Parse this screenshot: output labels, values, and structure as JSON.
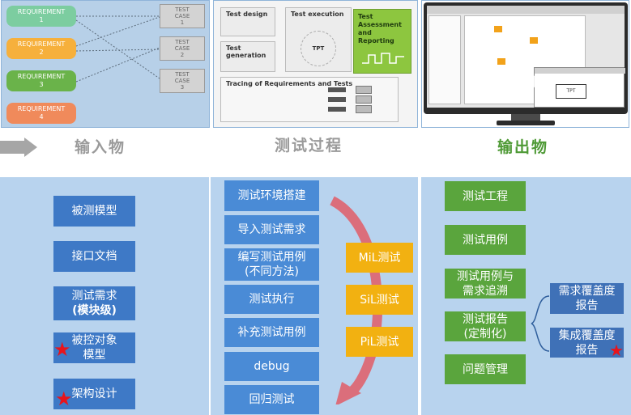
{
  "top": {
    "input_panel": {
      "requirements": [
        {
          "line1": "REQUIREMENT",
          "line2": "1"
        },
        {
          "line1": "REQUIREMENT",
          "line2": "2"
        },
        {
          "line1": "REQUIREMENT",
          "line2": "3"
        },
        {
          "line1": "REQUIREMENT",
          "line2": "4"
        }
      ],
      "test_cases": [
        {
          "line1": "TEST",
          "line2": "CASE",
          "line3": "1"
        },
        {
          "line1": "TEST",
          "line2": "CASE",
          "line3": "2"
        },
        {
          "line1": "TEST",
          "line2": "CASE",
          "line3": "3"
        }
      ],
      "colors": {
        "req1": "#7ccda0",
        "req2": "#f6b03c",
        "req3": "#6ab34a",
        "req4": "#f08a5b"
      }
    },
    "process_panel": {
      "test_design": "Test design",
      "test_execution": "Test execution",
      "test_assessment": "Test Assessment and Reporting",
      "test_generation": "Test generation",
      "tracing": "Tracing of Requirements and Tests",
      "tpt_logo": "TPT"
    },
    "output_panel": {
      "app_logo": "TPT"
    }
  },
  "labels": {
    "input": "输入物",
    "process": "测试过程",
    "output": "输出物"
  },
  "left_column": {
    "items": [
      {
        "text": "被测模型",
        "starred": false
      },
      {
        "text": "接口文档",
        "starred": false
      },
      {
        "text": "测试需求",
        "text2": "(模块级)",
        "starred": false
      },
      {
        "text": "被控对象",
        "text2": "模型",
        "starred": true
      },
      {
        "text": "架构设计",
        "starred": true
      }
    ]
  },
  "middle_column": {
    "steps": [
      "测试环境搭建",
      "导入测试需求",
      "编写测试用例",
      "测试执行",
      "补充测试用例",
      "debug",
      "回归测试"
    ],
    "step3_sub": "(不同方法)",
    "modes": [
      "MiL测试",
      "SiL测试",
      "PiL测试"
    ]
  },
  "right_column": {
    "items": [
      "测试工程",
      "测试用例",
      "测试用例与",
      "测试报告",
      "问题管理"
    ],
    "items_sub": {
      "trace": "需求追溯",
      "report": "(定制化)"
    },
    "reports": [
      {
        "line1": "需求覆盖度",
        "line2": "报告",
        "starred": false
      },
      {
        "line1": "集成覆盖度",
        "line2": "报告",
        "starred": true
      }
    ]
  },
  "star_symbol": "★"
}
